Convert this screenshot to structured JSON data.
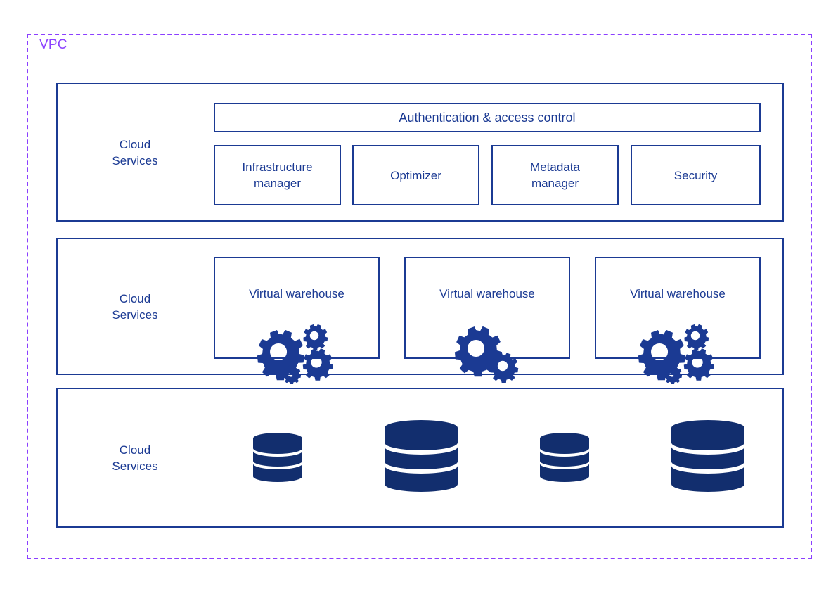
{
  "diagram": {
    "vpc": {
      "label": "VPC",
      "border_color": "#8B3FFF"
    },
    "accent_color": "#1B3A93",
    "cylinder_color": "#122E6E",
    "sections": [
      {
        "label": "Cloud\nServices",
        "auth_bar": {
          "label": "Authentication & access control"
        },
        "services": [
          {
            "label": "Infrastructure\nmanager"
          },
          {
            "label": "Optimizer"
          },
          {
            "label": "Metadata\nmanager"
          },
          {
            "label": "Security"
          }
        ]
      },
      {
        "label": "Cloud\nServices",
        "warehouses": [
          {
            "label": "Virtual warehouse",
            "icon": "gears-icon",
            "gear_count": 4
          },
          {
            "label": "Virtual warehouse",
            "icon": "gears-icon",
            "gear_count": 2
          },
          {
            "label": "Virtual warehouse",
            "icon": "gears-icon",
            "gear_count": 4
          }
        ]
      },
      {
        "label": "Cloud\nServices",
        "storage": [
          {
            "icon": "database-icon",
            "size": "small",
            "discs": 3
          },
          {
            "icon": "database-icon",
            "size": "large",
            "discs": 3
          },
          {
            "icon": "database-icon",
            "size": "small",
            "discs": 3
          },
          {
            "icon": "database-icon",
            "size": "large",
            "discs": 3
          }
        ]
      }
    ]
  }
}
